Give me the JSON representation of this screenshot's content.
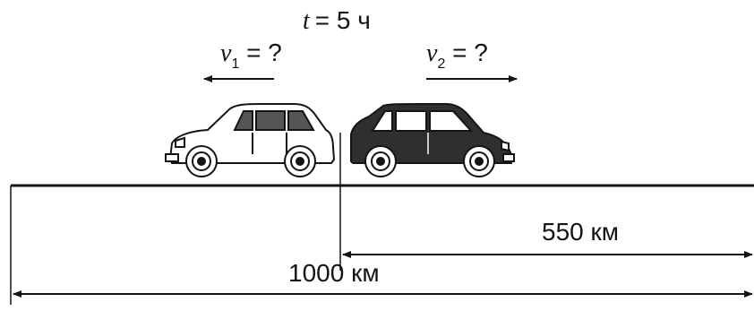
{
  "time": {
    "var": "t",
    "value": "= 5 ч"
  },
  "car_left": {
    "var": "v",
    "sub": "1",
    "rest": " = ?"
  },
  "car_right": {
    "var": "v",
    "sub": "2",
    "rest": " = ?"
  },
  "dist_short": "550 км",
  "dist_total": "1000 км",
  "colors": {
    "ink": "#141414",
    "car_left_body": "#ffffff",
    "car_right_body": "#2f2f2f",
    "window_dark": "#555555"
  }
}
